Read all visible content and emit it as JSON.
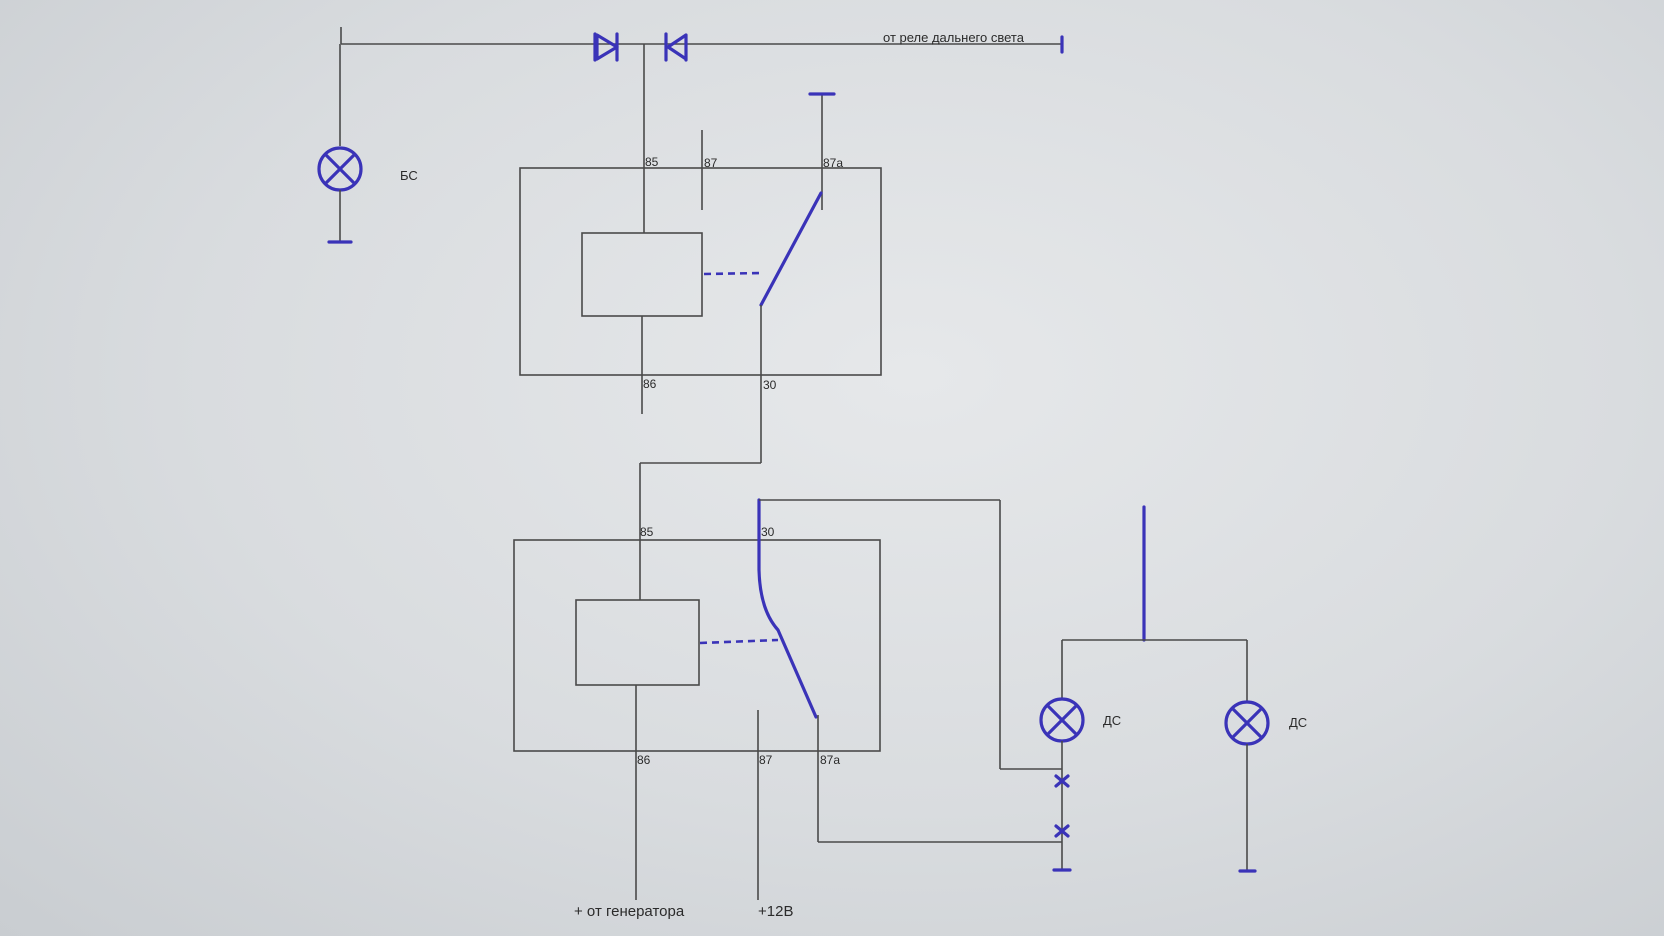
{
  "labels": {
    "high_beam_source": "от реле дальнего света",
    "bs_lamp": "БС",
    "ds_lamp_left": "ДС",
    "ds_lamp_right": "ДС",
    "generator": "+  от генератора",
    "plus12": "+12В"
  },
  "relay_top": {
    "pin_85": "85",
    "pin_87": "87",
    "pin_87a": "87а",
    "pin_86": "86",
    "pin_30": "30"
  },
  "relay_bottom": {
    "pin_85": "85",
    "pin_30": "30",
    "pin_86": "86",
    "pin_87": "87",
    "pin_87a": "87а"
  },
  "colors": {
    "wire": "#4a4a4a",
    "pen_ink": "#3a33b8",
    "paper": "#e2e4e6"
  }
}
